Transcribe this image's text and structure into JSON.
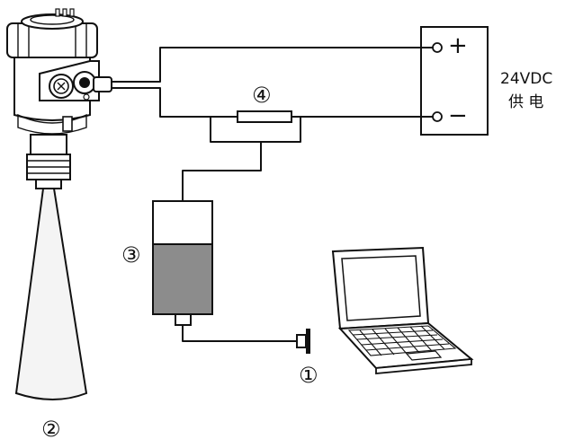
{
  "power_supply": {
    "voltage_label": "24VDC",
    "supply_label": "供 电",
    "plus_sign": "+",
    "minus_sign": "−"
  },
  "markers": {
    "usb_connector": "①",
    "radar_level_meter": "②",
    "hart_modem": "③",
    "resistor": "④"
  },
  "colors": {
    "line": "#111111",
    "modem_fill": "#8c8c8c",
    "horn_fill": "#f2f2f2",
    "background": "#ffffff"
  }
}
